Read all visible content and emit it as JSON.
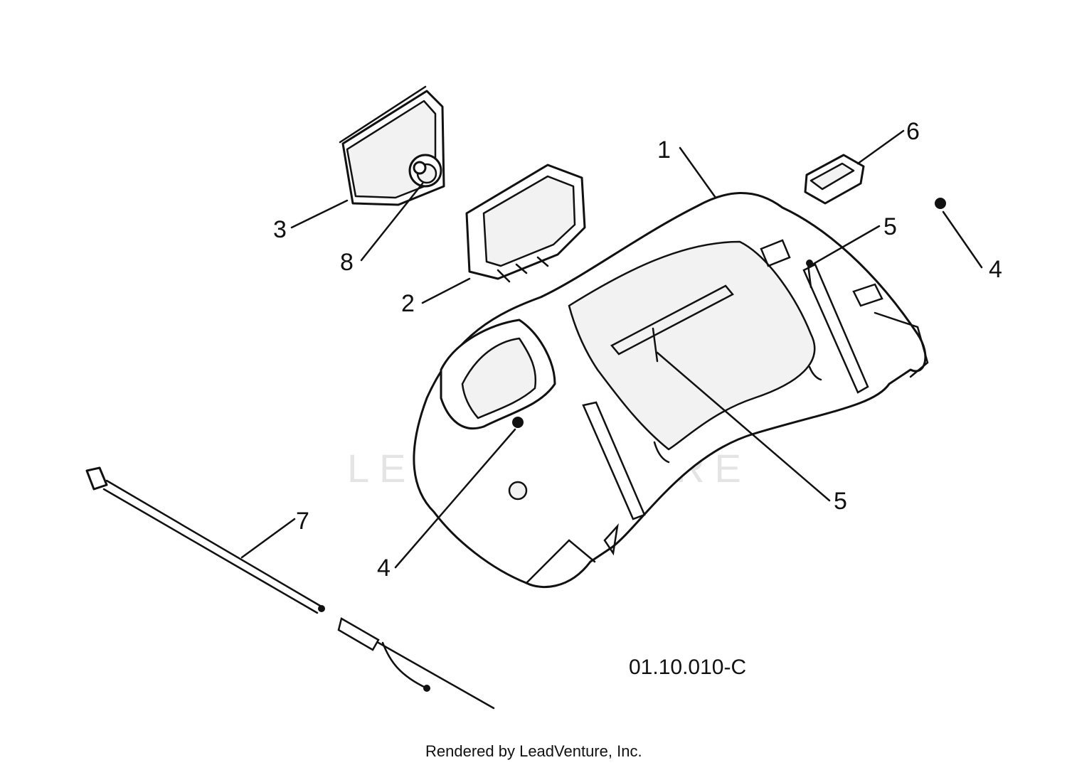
{
  "callouts": {
    "c1": "1",
    "c2": "2",
    "c3": "3",
    "c4a": "4",
    "c4b": "4",
    "c5a": "5",
    "c5b": "5",
    "c6": "6",
    "c7": "7",
    "c8": "8"
  },
  "diagram_code": "01.10.010-C",
  "credit": "Rendered by LeadVenture, Inc.",
  "watermark": "LEADVENTURE"
}
